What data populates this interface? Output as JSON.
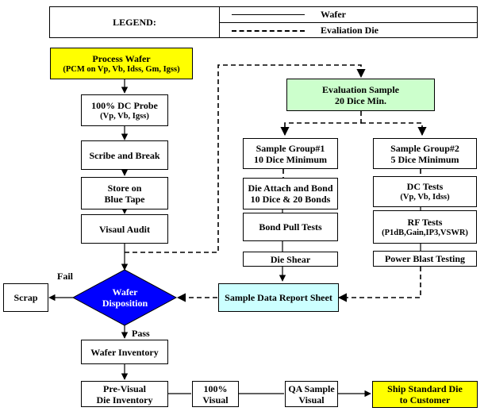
{
  "legend": {
    "title": "LEGEND:",
    "solid_label": "Wafer",
    "dashed_label": "Evaliation Die"
  },
  "nodes": {
    "process_wafer": {
      "title": "Process Wafer",
      "sub": "(PCM on Vp, Vb, Idss, Gm, Igss)"
    },
    "dc_probe": {
      "title": "100% DC Probe",
      "sub": "(Vp, Vb, Igss)"
    },
    "scribe": {
      "title": "Scribe and Break"
    },
    "store": {
      "line1": "Store on",
      "line2": "Blue Tape"
    },
    "visual_audit": {
      "title": "Visaul Audit"
    },
    "eval_sample": {
      "line1": "Evaluation Sample",
      "line2": "20 Dice Min."
    },
    "group1": {
      "line1": "Sample Group#1",
      "line2": "10 Dice Minimum"
    },
    "group2": {
      "line1": "Sample Group#2",
      "line2": "5 Dice Minimum"
    },
    "die_attach": {
      "line1": "Die Attach and Bond",
      "line2": "10 Dice & 20 Bonds"
    },
    "bond_pull": {
      "title": "Bond Pull Tests"
    },
    "die_shear": {
      "title": "Die Shear"
    },
    "dc_tests": {
      "title": "DC Tests",
      "sub": "(Vp, Vb, Idss)"
    },
    "rf_tests": {
      "title": "RF Tests",
      "sub": "(P1dB,Gain,IP3,VSWR)"
    },
    "power_blast": {
      "title": "Power Blast Testing"
    },
    "report_sheet": {
      "title": "Sample Data Report Sheet"
    },
    "wafer_disposition": {
      "line1": "Wafer",
      "line2": "Disposition"
    },
    "scrap": {
      "title": "Scrap"
    },
    "wafer_inventory": {
      "title": "Wafer Inventory"
    },
    "pre_visual": {
      "line1": "Pre-Visual",
      "line2": "Die Inventory"
    },
    "visual_100": {
      "line1": "100%",
      "line2": "Visual"
    },
    "qa_sample": {
      "line1": "QA Sample",
      "line2": "Visual"
    },
    "ship": {
      "line1": "Ship Standard Die",
      "line2": "to Customer"
    }
  },
  "edge_labels": {
    "fail": "Fail",
    "pass": "Pass"
  },
  "colors": {
    "process_fill": "#ffff00",
    "eval_fill": "#ccffcc",
    "report_fill": "#ccffff",
    "diamond_fill": "#0000ff",
    "ship_fill": "#ffff00"
  }
}
